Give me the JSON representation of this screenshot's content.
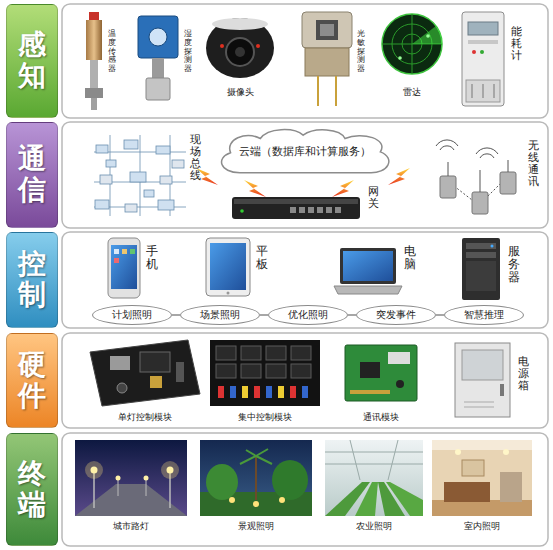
{
  "diagram": {
    "nodes": [
      {
        "text": [
          "感知"
        ]
      },
      {
        "text": [
          "通信"
        ]
      },
      {
        "text": [
          "云端（数据库和计算服务）"
        ]
      },
      {
        "text": [
          "控制"
        ]
      },
      {
        "text": [
          "计划照明"
        ]
      },
      {
        "text": [
          "场景照明"
        ]
      },
      {
        "text": [
          "优化照明"
        ]
      },
      {
        "text": [
          "突发事件"
        ]
      },
      {
        "text": [
          "智慧推理"
        ]
      },
      {
        "text": [
          "硬件"
        ]
      },
      {
        "text": [
          "终端"
        ]
      }
    ],
    "edges": [
      {
        "from": 4,
        "to": 5,
        "arrow": "none"
      },
      {
        "from": 5,
        "to": 6,
        "arrow": "none"
      },
      {
        "from": 6,
        "to": 7,
        "arrow": "none"
      },
      {
        "from": 7,
        "to": 8,
        "arrow": "none"
      }
    ],
    "labels": [
      "温度传感器",
      "湿度探测器",
      "摄像头",
      "光敏探测器",
      "雷达",
      "能耗计",
      "现场总线",
      "网关",
      "无线通讯",
      "手机",
      "平板",
      "电脑",
      "服务器",
      "单灯控制模块",
      "集中控制模块",
      "通讯模块",
      "电源箱",
      "城市路灯",
      "景观照明",
      "农业照明",
      "室内照明"
    ]
  }
}
